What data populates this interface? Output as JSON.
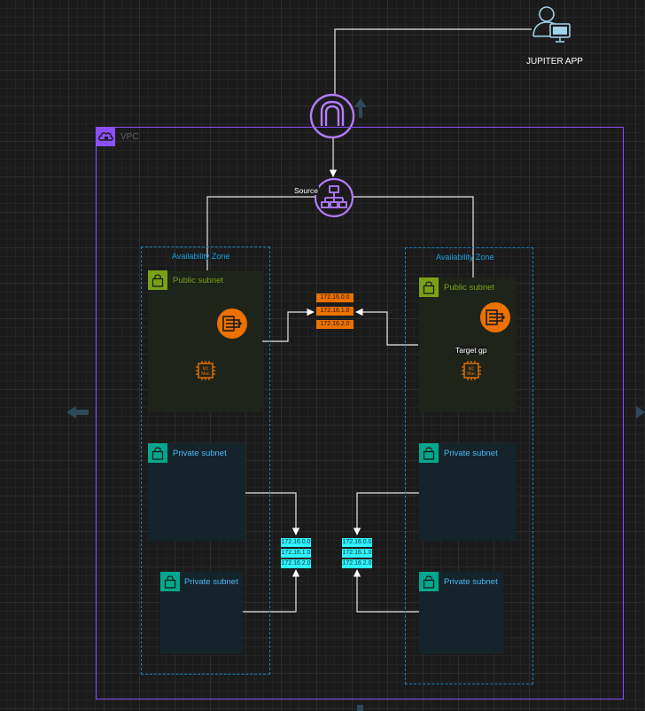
{
  "app": {
    "label": "JUPITER APP"
  },
  "vpc": {
    "label": "VPC"
  },
  "load_balancer": {
    "label": "Source"
  },
  "target_group": {
    "label": "Target gp"
  },
  "zones": {
    "left": {
      "label": "Availability Zone",
      "public_subnet": "Public subnet",
      "private_subnet_1": "Private subnet",
      "private_subnet_2": "Private subnet"
    },
    "right": {
      "label": "Availability Zone",
      "public_subnet": "Public subnet",
      "private_subnet_1": "Private subnet",
      "private_subnet_2": "Private subnet"
    }
  },
  "instances": {
    "chip_line1": "M1",
    "chip_line2": "Mac"
  },
  "route_tables": {
    "public": [
      "172.16.0.0",
      "172.16.1.0",
      "172.16.2.0"
    ],
    "private_left": [
      "172.16.0.0",
      "172.16.1.0",
      "172.16.2.0"
    ],
    "private_right": [
      "172.16.0.0",
      "172.16.1.0",
      "172.16.2.0"
    ]
  },
  "colors": {
    "vpc": "#8c4fff",
    "public_subnet": "#7aa116",
    "private_subnet": "#01a88d",
    "compute": "#ed7100",
    "route_table_public": "#ed7100",
    "route_table_private": "#2ff3ff",
    "availability_zone": "#147eba"
  },
  "icons": [
    "user-icon",
    "desktop-icon",
    "internet-gateway-icon",
    "load-balancer-icon",
    "nat-gateway-icon",
    "ec2-mac-instance-icon",
    "padlock-icon",
    "vpc-cloud-icon"
  ]
}
